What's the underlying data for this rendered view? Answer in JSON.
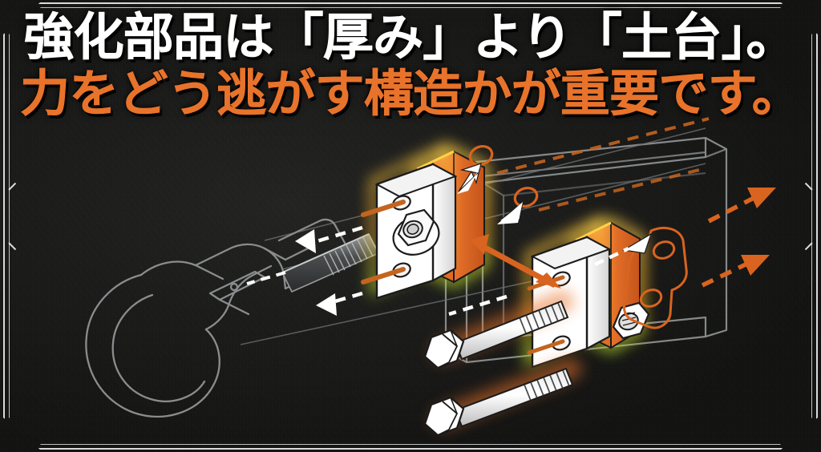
{
  "image": {
    "kind": "technical-infographic-thumbnail",
    "background_color": "#161615",
    "frame_color": "#d9dadb"
  },
  "headline": {
    "line1": "強化部品は「厚み」より「土台」。",
    "line1_color": "#ffffff",
    "line2": "力をどう逃がす構造かが重要です。",
    "line2_color": "#e8732b"
  },
  "illustration": {
    "title": "isometric-exploded-mount-assembly",
    "palette": {
      "plate_face": "#ffffff",
      "plate_edge": "#1b1b1b",
      "accent_orange": "#e8732b",
      "accent_orange_dark": "#c4541a",
      "glow_yellow": "#ffd24a",
      "glow_green": "#b7e02e",
      "outline_gray": "#8c8f90",
      "arrow_white": "#ffffff"
    },
    "parts": [
      {
        "name": "grab-hook",
        "style": "gray-outline"
      },
      {
        "name": "threaded-rod",
        "style": "gray-outline"
      },
      {
        "name": "front-mounting-plate",
        "style": "white-solid"
      },
      {
        "name": "hex-flange-nut-front",
        "style": "white-solid"
      },
      {
        "name": "orange-backing-plate-front",
        "style": "orange-solid"
      },
      {
        "name": "rear-mounting-plate",
        "style": "white-solid"
      },
      {
        "name": "orange-backing-plate-rear",
        "style": "orange-solid"
      },
      {
        "name": "hex-bolt-upper",
        "style": "white-solid-orange-glow"
      },
      {
        "name": "hex-bolt-lower",
        "style": "white-solid-orange-glow"
      },
      {
        "name": "hex-nut-rear",
        "style": "white-solid"
      },
      {
        "name": "chassis-c-channel-beam",
        "style": "gray-outline"
      },
      {
        "name": "chassis-mounting-pad",
        "style": "orange-outline"
      }
    ],
    "arrows": [
      {
        "name": "load-arrow-left-upper",
        "color": "#ffffff",
        "style": "dashed",
        "direction": "left"
      },
      {
        "name": "load-arrow-left-lower",
        "color": "#ffffff",
        "style": "dashed",
        "direction": "left"
      },
      {
        "name": "assembly-arrow-upper",
        "color": "#ffffff",
        "style": "solid",
        "direction": "up-right"
      },
      {
        "name": "assembly-arrow-middle",
        "color": "#ffffff",
        "style": "solid",
        "direction": "up-right"
      },
      {
        "name": "assembly-arrow-pad",
        "color": "#ffffff",
        "style": "solid",
        "direction": "up-right"
      },
      {
        "name": "force-spread-arrow-center",
        "color": "#e8732b",
        "style": "solid",
        "direction": "bidirectional"
      },
      {
        "name": "force-dissipation-arrow-upper-right",
        "color": "#e8732b",
        "style": "dashed",
        "direction": "up-right"
      },
      {
        "name": "force-dissipation-arrow-lower-right",
        "color": "#e8732b",
        "style": "dashed",
        "direction": "up-right"
      }
    ]
  },
  "watermark": {
    "text": ""
  }
}
